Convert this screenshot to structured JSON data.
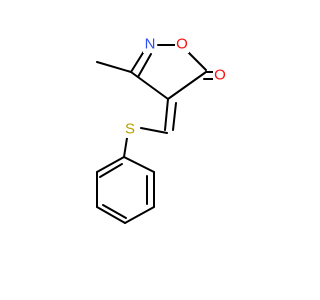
{
  "molecule": {
    "atoms": {
      "N": {
        "symbol": "N",
        "color": "#3050F8"
      },
      "O_ring": {
        "symbol": "O",
        "color": "#FF0D0D"
      },
      "O_carbonyl": {
        "symbol": "O",
        "color": "#FF0D0D"
      },
      "S": {
        "symbol": "S",
        "color": "#B8A000"
      }
    },
    "bond_color": "#000000"
  }
}
